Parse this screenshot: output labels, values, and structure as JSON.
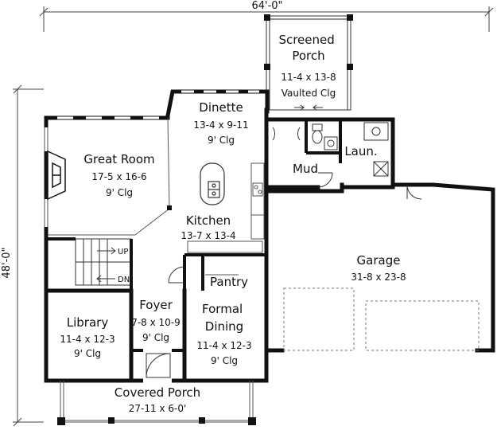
{
  "dimensions": {
    "width": "64'-0\"",
    "depth": "48'-0\""
  },
  "rooms": [
    {
      "id": "screened-porch",
      "name_lines": [
        "Screened",
        "Porch"
      ],
      "size": "11-4 x 13-8",
      "ceiling": "Vaulted Clg"
    },
    {
      "id": "dinette",
      "name_lines": [
        "Dinette"
      ],
      "size": "13-4 x 9-11",
      "ceiling": "9' Clg"
    },
    {
      "id": "great-room",
      "name_lines": [
        "Great Room"
      ],
      "size": "17-5 x 16-6",
      "ceiling": "9' Clg"
    },
    {
      "id": "mud",
      "name_lines": [
        "Mud"
      ],
      "size": "",
      "ceiling": ""
    },
    {
      "id": "laundry",
      "name_lines": [
        "Laun."
      ],
      "size": "",
      "ceiling": ""
    },
    {
      "id": "kitchen",
      "name_lines": [
        "Kitchen"
      ],
      "size": "13-7 x 13-4",
      "ceiling": ""
    },
    {
      "id": "garage",
      "name_lines": [
        "Garage"
      ],
      "size": "31-8 x 23-8",
      "ceiling": ""
    },
    {
      "id": "pantry",
      "name_lines": [
        "Pantry"
      ],
      "size": "",
      "ceiling": ""
    },
    {
      "id": "foyer",
      "name_lines": [
        "Foyer"
      ],
      "size": "7-8 x 10-9",
      "ceiling": "9' Clg"
    },
    {
      "id": "library",
      "name_lines": [
        "Library"
      ],
      "size": "11-4 x 12-3",
      "ceiling": "9' Clg"
    },
    {
      "id": "formal-dining",
      "name_lines": [
        "Formal",
        "Dining"
      ],
      "size": "11-4 x 12-3",
      "ceiling": "9' Clg"
    },
    {
      "id": "covered-porch",
      "name_lines": [
        "Covered Porch"
      ],
      "size": "27-11 x 6-0'",
      "ceiling": ""
    }
  ],
  "stairs": {
    "up": "UP",
    "down": "DN"
  },
  "colors": {
    "wall": "#111111",
    "thin": "#555555",
    "fixture": "#777777",
    "background": "#ffffff"
  }
}
